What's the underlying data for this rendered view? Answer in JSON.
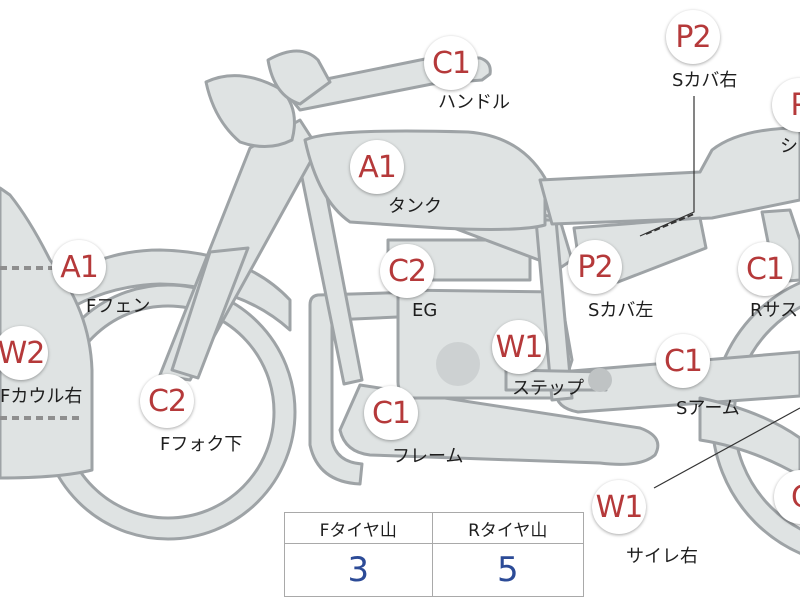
{
  "badges": {
    "handle_code": "C1",
    "scover_right_code": "P2",
    "seat_code": "P",
    "tank_code": "A1",
    "ffender_code": "A1",
    "engine_code": "C2",
    "scover_left_code": "P2",
    "rsus_code": "C1",
    "fcowl_right_code": "W2",
    "step_code": "W1",
    "sarm_code": "C1",
    "ffork_code": "C2",
    "frame_code": "C1",
    "muffler_right_code": "W1",
    "rear_code": "C"
  },
  "labels": {
    "handle": "ハンドル",
    "scover_right": "Sカバ右",
    "seat": "シ",
    "tank": "タンク",
    "ffender": "Fフェン",
    "engine": "EG",
    "scover_left": "Sカバ左",
    "rsus": "Rサス",
    "fcowl_right": "Fカウル右",
    "step": "ステップ",
    "sarm": "Sアーム",
    "ffork": "Fフォク下",
    "frame": "フレーム",
    "muffler_right": "サイレ右"
  },
  "tire_table": {
    "headers": [
      "Fタイヤ山",
      "Rタイヤ山"
    ],
    "values": [
      "3",
      "5"
    ]
  },
  "colors": {
    "part_fill": "#dfe3e3",
    "part_stroke": "#9ea3a6",
    "badge_text": "#b5393a",
    "table_value": "#2c4b97"
  }
}
